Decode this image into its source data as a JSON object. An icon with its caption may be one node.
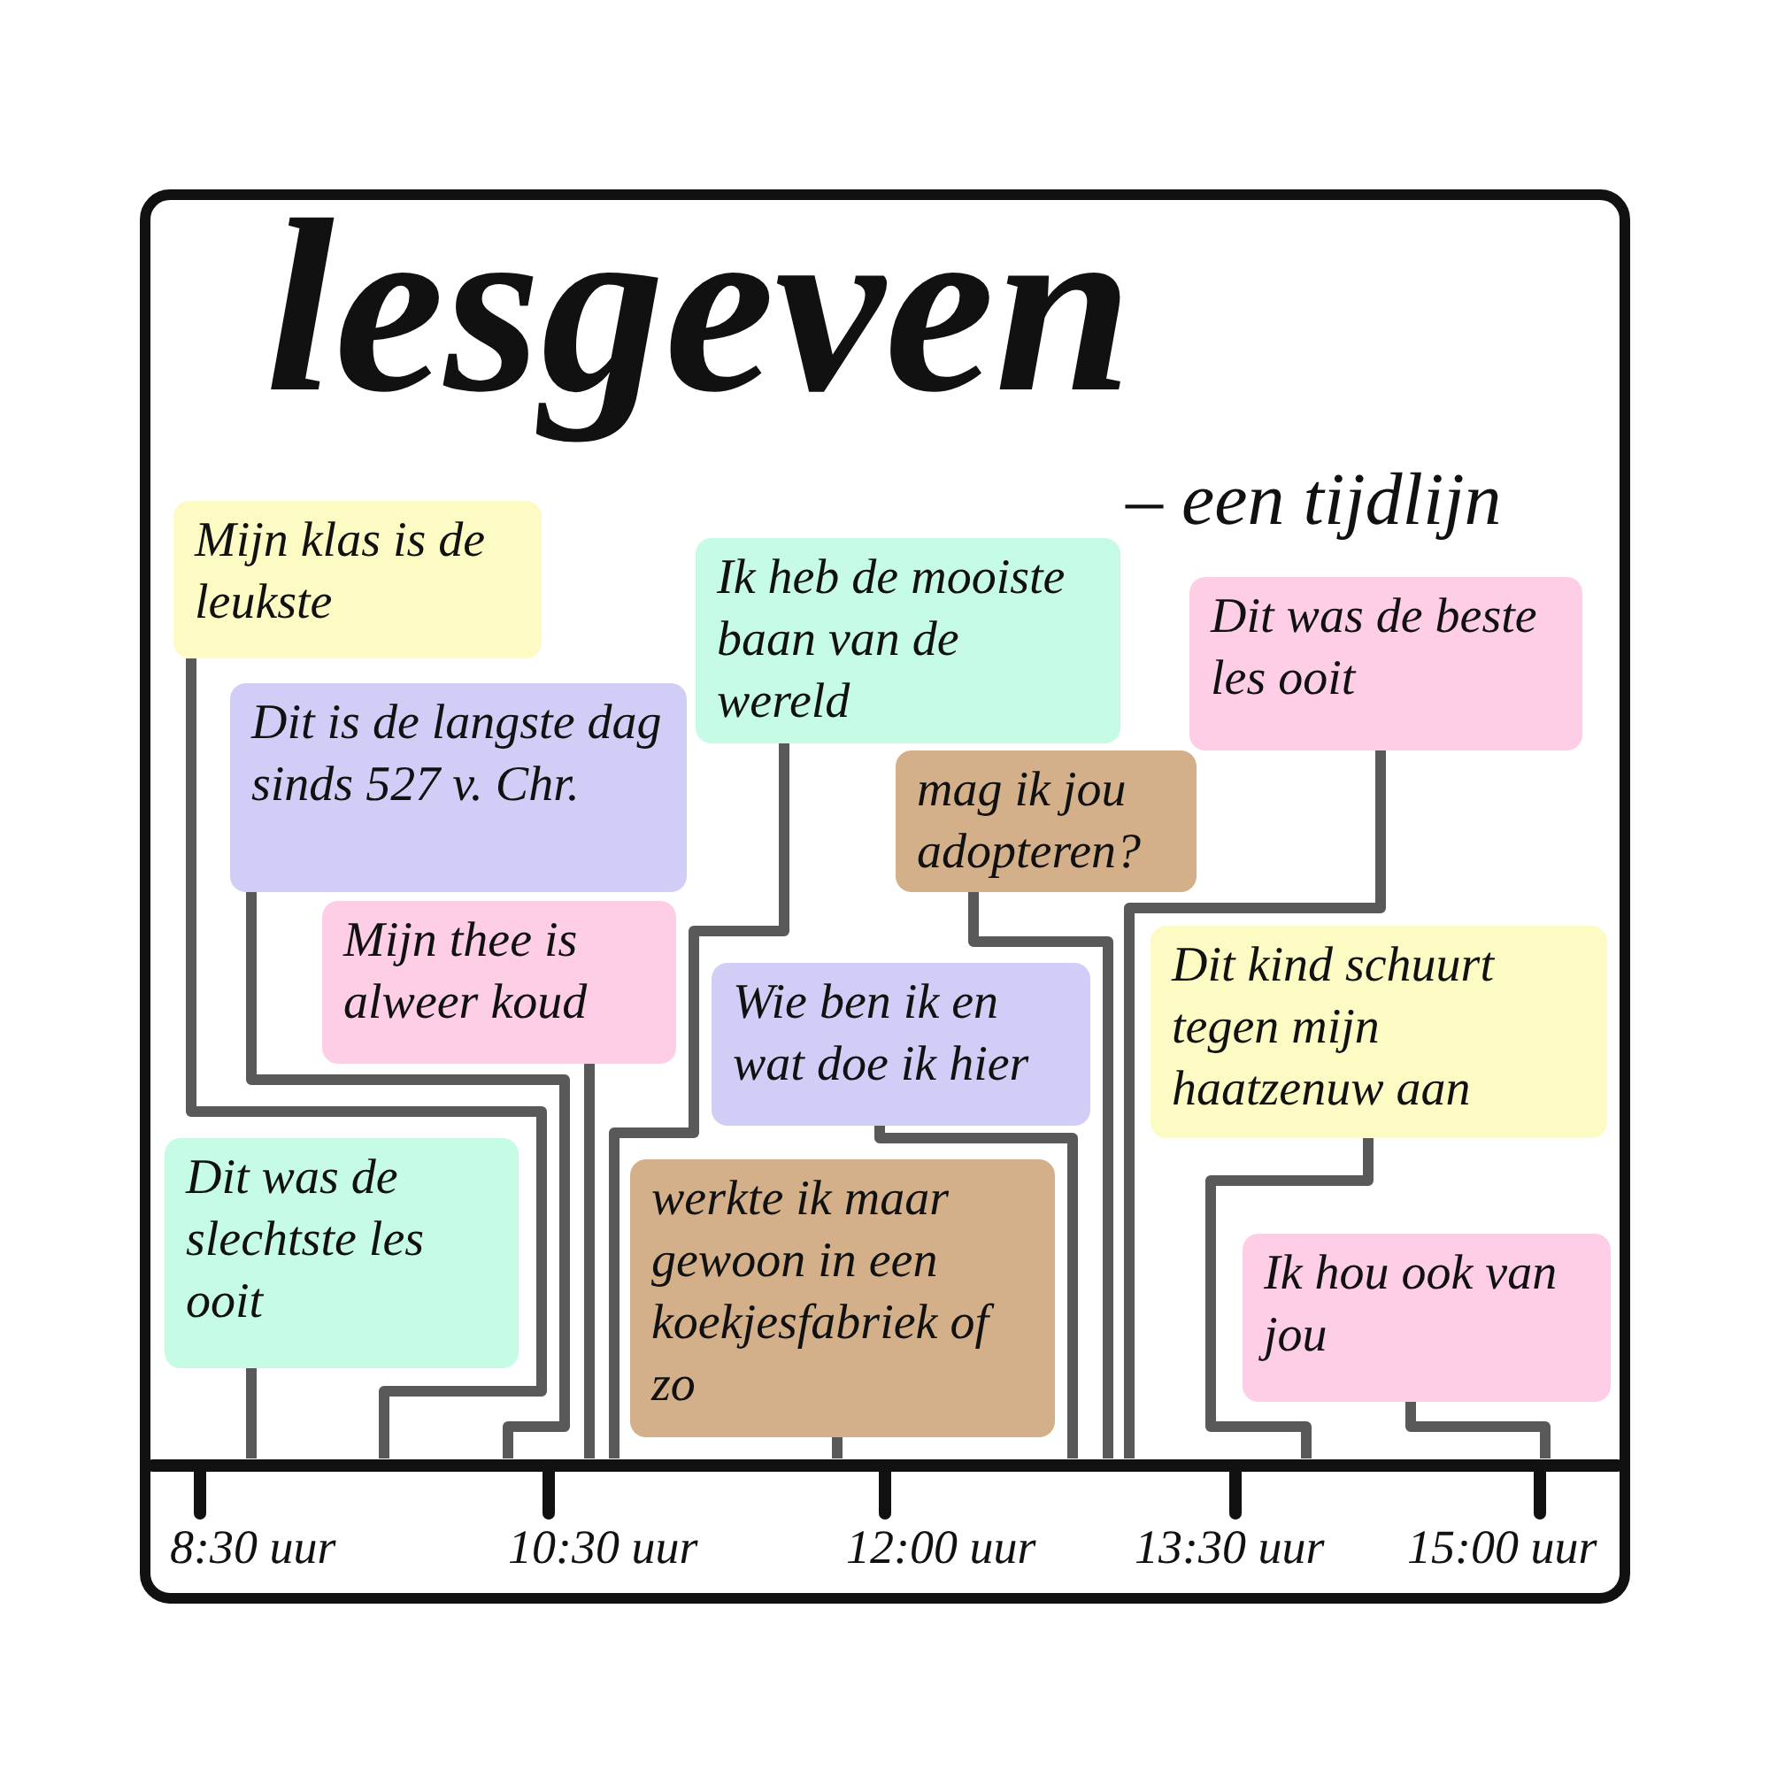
{
  "diagram": {
    "title": "lesgeven",
    "nodes": [
      {
        "text": [
          "Mijn klas is de leukste"
        ]
      },
      {
        "text": [
          "Dit is de langste dag sinds 527 v. Chr."
        ]
      },
      {
        "text": [
          "Ik heb de mooiste baan van de wereld"
        ]
      },
      {
        "text": [
          "mag ik jou adopteren?"
        ]
      },
      {
        "text": [
          "Dit was de beste les ooit"
        ]
      },
      {
        "text": [
          "Mijn thee is alweer koud"
        ]
      },
      {
        "text": [
          "Wie ben ik en wat doe ik hier"
        ]
      },
      {
        "text": [
          "Dit kind schuurt tegen mijn haatzenuw aan"
        ]
      },
      {
        "text": [
          "Dit was de slechtste les ooit"
        ]
      },
      {
        "text": [
          "werkte ik maar gewoon in een koekjesfabriek of zo"
        ]
      },
      {
        "text": [
          "Ik hou ook van jou"
        ]
      }
    ],
    "edges": [
      {
        "from": 0,
        "to": null,
        "arrow": "none"
      },
      {
        "from": 1,
        "to": null,
        "arrow": "none"
      },
      {
        "from": 2,
        "to": null,
        "arrow": "none"
      },
      {
        "from": 3,
        "to": null,
        "arrow": "none"
      },
      {
        "from": 4,
        "to": null,
        "arrow": "none"
      },
      {
        "from": 5,
        "to": null,
        "arrow": "none"
      },
      {
        "from": 6,
        "to": null,
        "arrow": "none"
      },
      {
        "from": 7,
        "to": null,
        "arrow": "none"
      },
      {
        "from": 8,
        "to": null,
        "arrow": "none"
      },
      {
        "from": 9,
        "to": null,
        "arrow": "none"
      },
      {
        "from": 10,
        "to": null,
        "arrow": "none"
      }
    ],
    "labels": [
      "– een tijdlijn",
      "8:30 uur",
      "10:30 uur",
      "12:00 uur",
      "13:30 uur",
      "15:00 uur"
    ]
  }
}
